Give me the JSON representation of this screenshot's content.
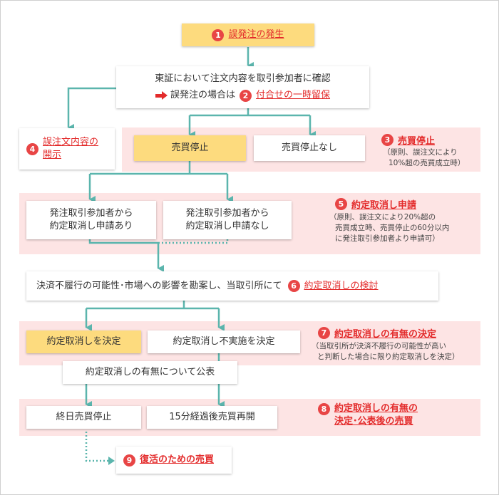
{
  "steps": {
    "s1": {
      "num": "1",
      "label": "誤発注の発生"
    },
    "s2": {
      "num": "2",
      "label": "付合せの一時留保"
    },
    "s3": {
      "num": "3",
      "label": "売買停止",
      "note_line1": "（原則、誤注文により",
      "note_line2": "10%超の売買成立時）"
    },
    "s4": {
      "num": "4",
      "label_line1": "誤注文内容の",
      "label_line2": "開示"
    },
    "s5": {
      "num": "5",
      "label": "約定取消し申請",
      "note_line1": "（原則、誤注文により20%超の",
      "note_line2": "売買成立時、売買停止の60分以内",
      "note_line3": "に発注取引参加者より申請可）"
    },
    "s6": {
      "num": "6",
      "label": "約定取消しの検討"
    },
    "s7": {
      "num": "7",
      "label": "約定取消しの有無の決定",
      "note_line1": "（当取引所が決済不履行の可能性が高い",
      "note_line2": "と判断した場合に限り約定取消しを決定）"
    },
    "s8": {
      "num": "8",
      "label_line1": "約定取消しの有無の",
      "label_line2": "決定･公表後の売買"
    },
    "s9": {
      "num": "9",
      "label": "復活のための売買"
    }
  },
  "boxes": {
    "confirm_line1": "東証において注文内容を取引参加者に確認",
    "confirm_line2_prefix": "誤発注の場合は",
    "halt": "売買停止",
    "no_halt": "売買停止なし",
    "cancel_req_yes_line1": "発注取引参加者から",
    "cancel_req_yes_line2": "約定取消し申請あり",
    "cancel_req_no_line1": "発注取引参加者から",
    "cancel_req_no_line2": "約定取消し申請なし",
    "consider_prefix": "決済不履行の可能性･市場への影響を勘案し、当取引所にて",
    "cancel_decided": "約定取消しを決定",
    "cancel_not": "約定取消し不実施を決定",
    "announce": "約定取消しの有無について公表",
    "allday_halt": "終日売買停止",
    "resume": "15分経過後売買再開"
  },
  "colors": {
    "teal": "#5bb5ad",
    "red": "#e32b2b",
    "band": "#fde4e4",
    "yellow": "#fddb7e"
  }
}
